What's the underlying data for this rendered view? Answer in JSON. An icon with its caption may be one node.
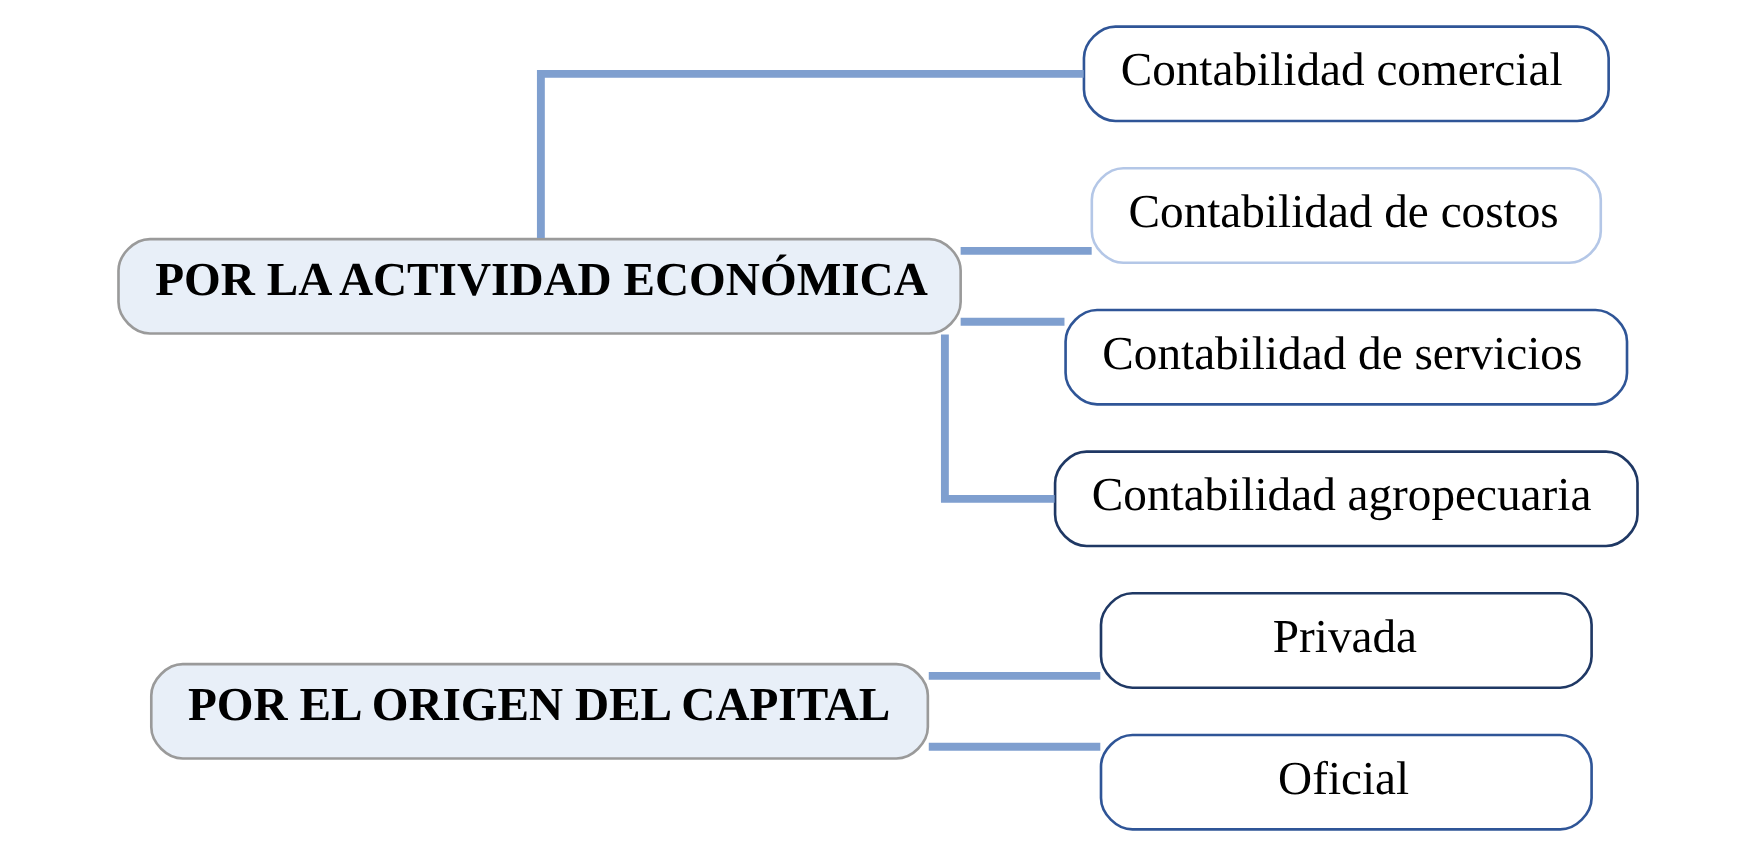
{
  "diagram": {
    "nodes": [
      {
        "text": [
          "POR EL ORIGEN DEL CAPITAL"
        ]
      },
      {
        "text": [
          "Privada"
        ]
      },
      {
        "text": [
          "Oficial"
        ]
      },
      {
        "text": [
          "POR LA ACTIVIDAD ECONÓMICA"
        ]
      },
      {
        "text": [
          "Contabilidad comercial"
        ]
      },
      {
        "text": [
          "Contabilidad de costos"
        ]
      },
      {
        "text": [
          "Contabilidad de servicios"
        ]
      },
      {
        "text": [
          "Contabilidad agropecuaria"
        ]
      }
    ],
    "edges": [
      {
        "from": 0,
        "to": 1,
        "arrow": "none"
      },
      {
        "from": 0,
        "to": 2,
        "arrow": "none"
      },
      {
        "from": 3,
        "to": 4,
        "arrow": "none"
      },
      {
        "from": 3,
        "to": 5,
        "arrow": "none"
      },
      {
        "from": 3,
        "to": 6,
        "arrow": "none"
      },
      {
        "from": 3,
        "to": 7,
        "arrow": "none"
      }
    ]
  }
}
